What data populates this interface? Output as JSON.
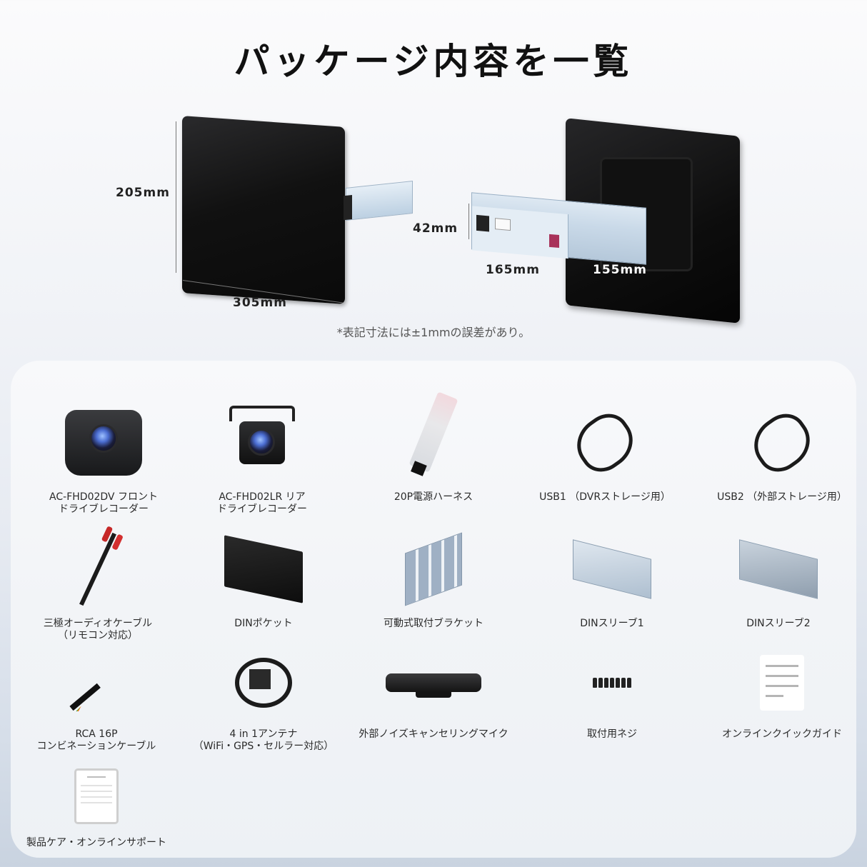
{
  "header": {
    "title": "パッケージ内容を一覧"
  },
  "dimensions": {
    "height": "205mm",
    "width": "305mm",
    "chassis_height": "42mm",
    "chassis_depth": "165mm",
    "screen_to_chassis": "155mm",
    "note": "*表記寸法には±1mmの誤差があり。"
  },
  "contents": {
    "items": [
      {
        "label": "AC-FHD02DV フロント\nドライブレコーダー",
        "icon": "front-dashcam-icon"
      },
      {
        "label": "AC-FHD02LR リア\nドライブレコーダー",
        "icon": "rear-dashcam-icon"
      },
      {
        "label": "20P電源ハーネス",
        "icon": "power-harness-icon"
      },
      {
        "label": "USB1 （DVRストレージ用）",
        "icon": "usb-cable-icon"
      },
      {
        "label": "USB2 （外部ストレージ用）",
        "icon": "usb-cable-icon"
      },
      {
        "label": "三極オーディオケーブル\n（リモコン対応）",
        "icon": "audio-cable-icon"
      },
      {
        "label": "DINポケット",
        "icon": "din-pocket-icon"
      },
      {
        "label": "可動式取付ブラケット",
        "icon": "bracket-icon"
      },
      {
        "label": "DINスリーブ1",
        "icon": "din-sleeve-icon"
      },
      {
        "label": "DINスリーブ2",
        "icon": "din-sleeve-icon"
      },
      {
        "label": "RCA 16P\nコンビネーションケーブル",
        "icon": "rca-cable-icon"
      },
      {
        "label": "4 in 1アンテナ\n（WiFi・GPS・セルラー対応）",
        "icon": "antenna-icon"
      },
      {
        "label": "外部ノイズキャンセリングマイク",
        "icon": "microphone-icon"
      },
      {
        "label": "取付用ネジ",
        "icon": "screws-icon"
      },
      {
        "label": "オンラインクイックガイド",
        "icon": "quick-guide-icon"
      },
      {
        "label": "製品ケア・オンラインサポート",
        "icon": "support-card-icon"
      }
    ]
  },
  "colors": {
    "title": "#111111",
    "panel_bg": "#f4f6f9",
    "bg_bottom": "#c9d3e0",
    "chassis_metal": "#c9d9e8"
  }
}
